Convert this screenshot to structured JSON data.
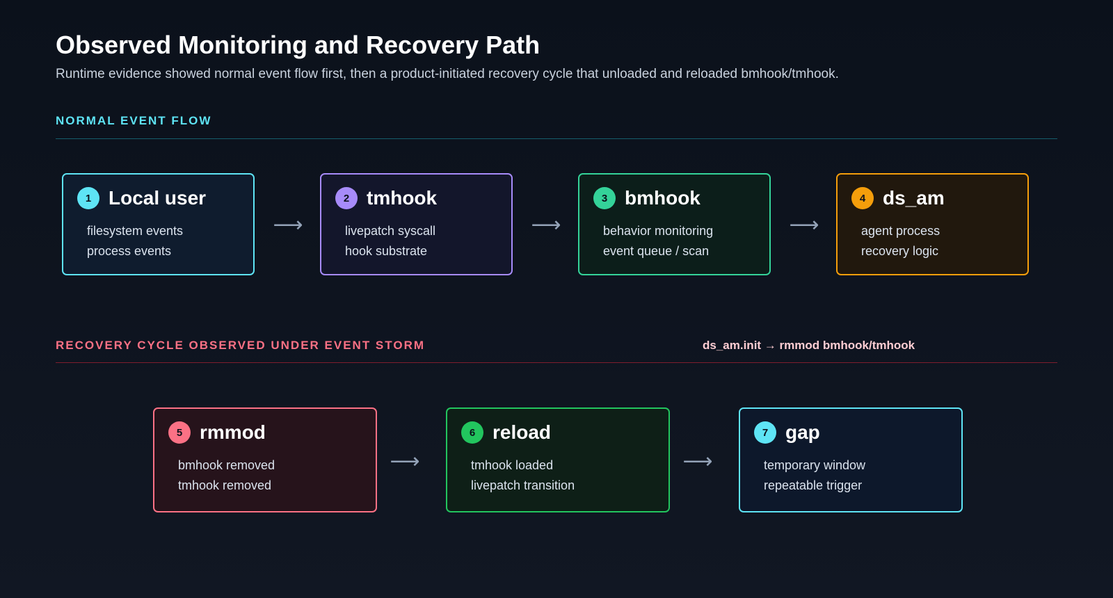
{
  "header": {
    "title": "Observed Monitoring and Recovery Path",
    "subtitle": "Runtime evidence showed normal event flow first, then a product-initiated recovery cycle that unloaded and reloaded bmhook/tmhook."
  },
  "sections": {
    "normal_label": "NORMAL EVENT FLOW",
    "recovery_label": "RECOVERY CYCLE OBSERVED UNDER EVENT STORM",
    "recovery_annotation": "ds_am.init → rmmod bmhook/tmhook"
  },
  "arrow_glyph": "⟶",
  "nodes": [
    {
      "num": "1",
      "title": "Local user",
      "lines": [
        "filesystem events",
        "process events"
      ],
      "color": "#5ee4f5",
      "fill": "#0f1c2e"
    },
    {
      "num": "2",
      "title": "tmhook",
      "lines": [
        "livepatch syscall",
        "hook substrate"
      ],
      "color": "#a78bfa",
      "fill": "#13162b"
    },
    {
      "num": "3",
      "title": "bmhook",
      "lines": [
        "behavior monitoring",
        "event queue / scan"
      ],
      "color": "#34d399",
      "fill": "#0c1e1a"
    },
    {
      "num": "4",
      "title": "ds_am",
      "lines": [
        "agent process",
        "recovery logic"
      ],
      "color": "#f59e0b",
      "fill": "#21180d"
    },
    {
      "num": "5",
      "title": "rmmod",
      "lines": [
        "bmhook removed",
        "tmhook removed"
      ],
      "color": "#fb7185",
      "fill": "#26131b"
    },
    {
      "num": "6",
      "title": "reload",
      "lines": [
        "tmhook loaded",
        "livepatch transition"
      ],
      "color": "#22c55e",
      "fill": "#0e1f17"
    },
    {
      "num": "7",
      "title": "gap",
      "lines": [
        "temporary window",
        "repeatable trigger"
      ],
      "color": "#5ee4f5",
      "fill": "#0d182b"
    }
  ]
}
